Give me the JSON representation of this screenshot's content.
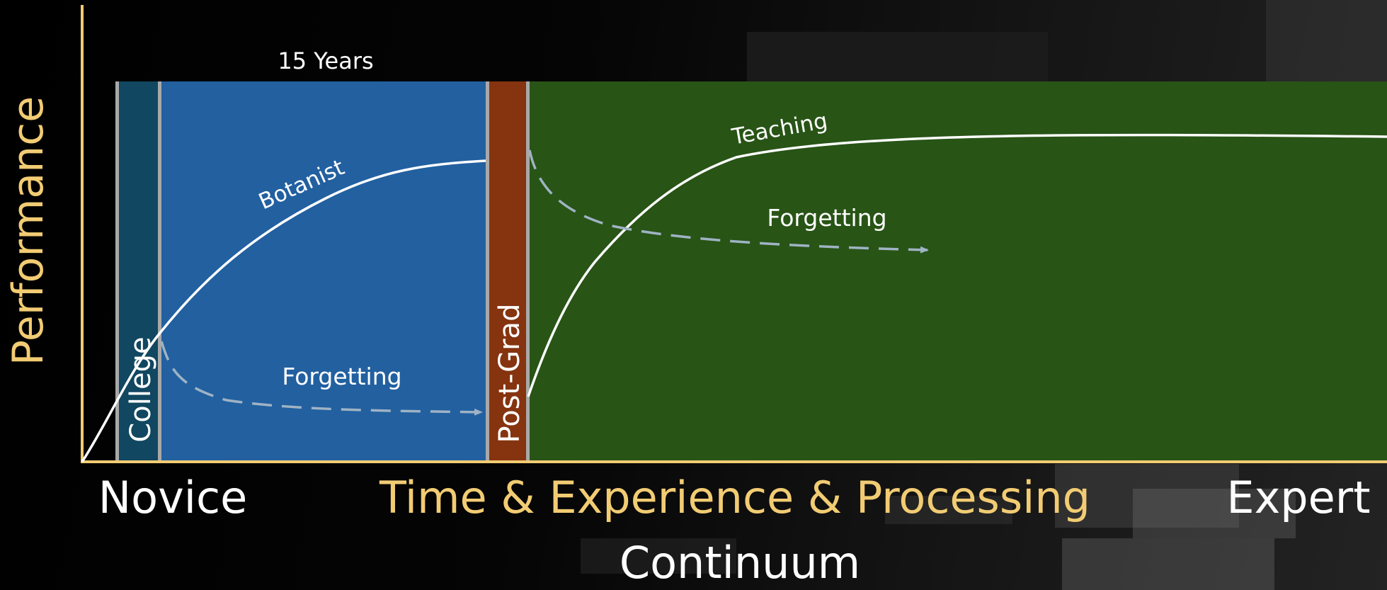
{
  "colors": {
    "axis": "#f2cc73",
    "college": "#114760",
    "botanist": "#2260a0",
    "postgrad": "#85340f",
    "teaching": "#285416",
    "divider": "#a9a9a9",
    "curve": "#ffffff",
    "forgetting_dashed": "#9fb3c4",
    "label_white": "#ffffff",
    "label_gold": "#f2cc73"
  },
  "axis": {
    "y_label": "Performance",
    "x_left_label": "Novice",
    "x_center_label": "Time & Experience & Processing",
    "x_right_label": "Expert",
    "x_bottom_label": "Continuum"
  },
  "span_label": "15 Years",
  "phases": {
    "college": "College",
    "postgrad": "Post-Grad"
  },
  "curves": {
    "botanist": "Botanist",
    "teaching": "Teaching",
    "forgetting_1": "Forgetting",
    "forgetting_2": "Forgetting"
  }
}
